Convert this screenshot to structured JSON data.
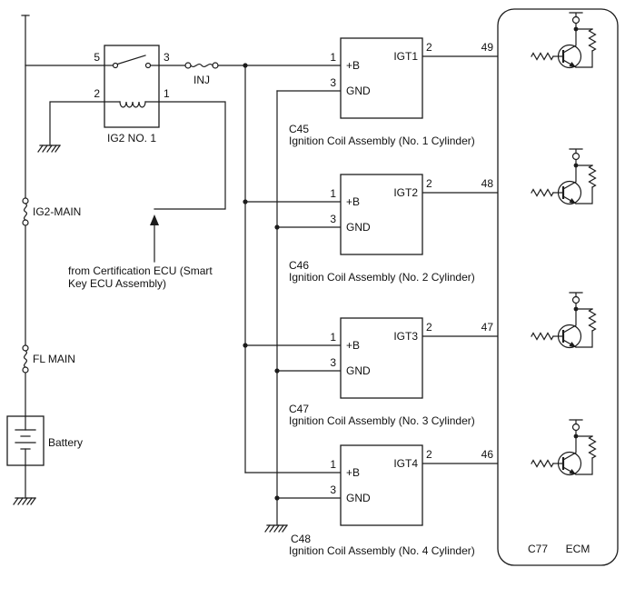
{
  "relay": {
    "label": "IG2 NO. 1",
    "pin5": "5",
    "pin3": "3",
    "pin2": "2",
    "pin1": "1"
  },
  "fuses": {
    "inj": "INJ",
    "ig2_main": "IG2-MAIN",
    "fl_main": "FL MAIN"
  },
  "battery": {
    "label": "Battery"
  },
  "cert_note": {
    "line1": "from Certification ECU (Smart",
    "line2": "Key ECU Assembly)"
  },
  "coils": [
    {
      "pin_b": "1",
      "pin_gnd": "3",
      "pin_igt": "2",
      "b_label": "+B",
      "gnd_label": "GND",
      "igt_label": "IGT1",
      "ecm_pin": "49",
      "ecm_signal": "IGT1",
      "connector": "C45",
      "name": "Ignition Coil Assembly (No. 1 Cylinder)"
    },
    {
      "pin_b": "1",
      "pin_gnd": "3",
      "pin_igt": "2",
      "b_label": "+B",
      "gnd_label": "GND",
      "igt_label": "IGT2",
      "ecm_pin": "48",
      "ecm_signal": "IGT2",
      "connector": "C46",
      "name": "Ignition Coil Assembly (No. 2 Cylinder)"
    },
    {
      "pin_b": "1",
      "pin_gnd": "3",
      "pin_igt": "2",
      "b_label": "+B",
      "gnd_label": "GND",
      "igt_label": "IGT3",
      "ecm_pin": "47",
      "ecm_signal": "IGT3",
      "connector": "C47",
      "name": "Ignition Coil Assembly (No. 3 Cylinder)"
    },
    {
      "pin_b": "1",
      "pin_gnd": "3",
      "pin_igt": "2",
      "b_label": "+B",
      "gnd_label": "GND",
      "igt_label": "IGT4",
      "ecm_pin": "46",
      "ecm_signal": "IGT4",
      "connector": "C48",
      "name": "Ignition Coil Assembly (No. 4 Cylinder)"
    }
  ],
  "ecm": {
    "connector": "C77",
    "label": "ECM"
  }
}
